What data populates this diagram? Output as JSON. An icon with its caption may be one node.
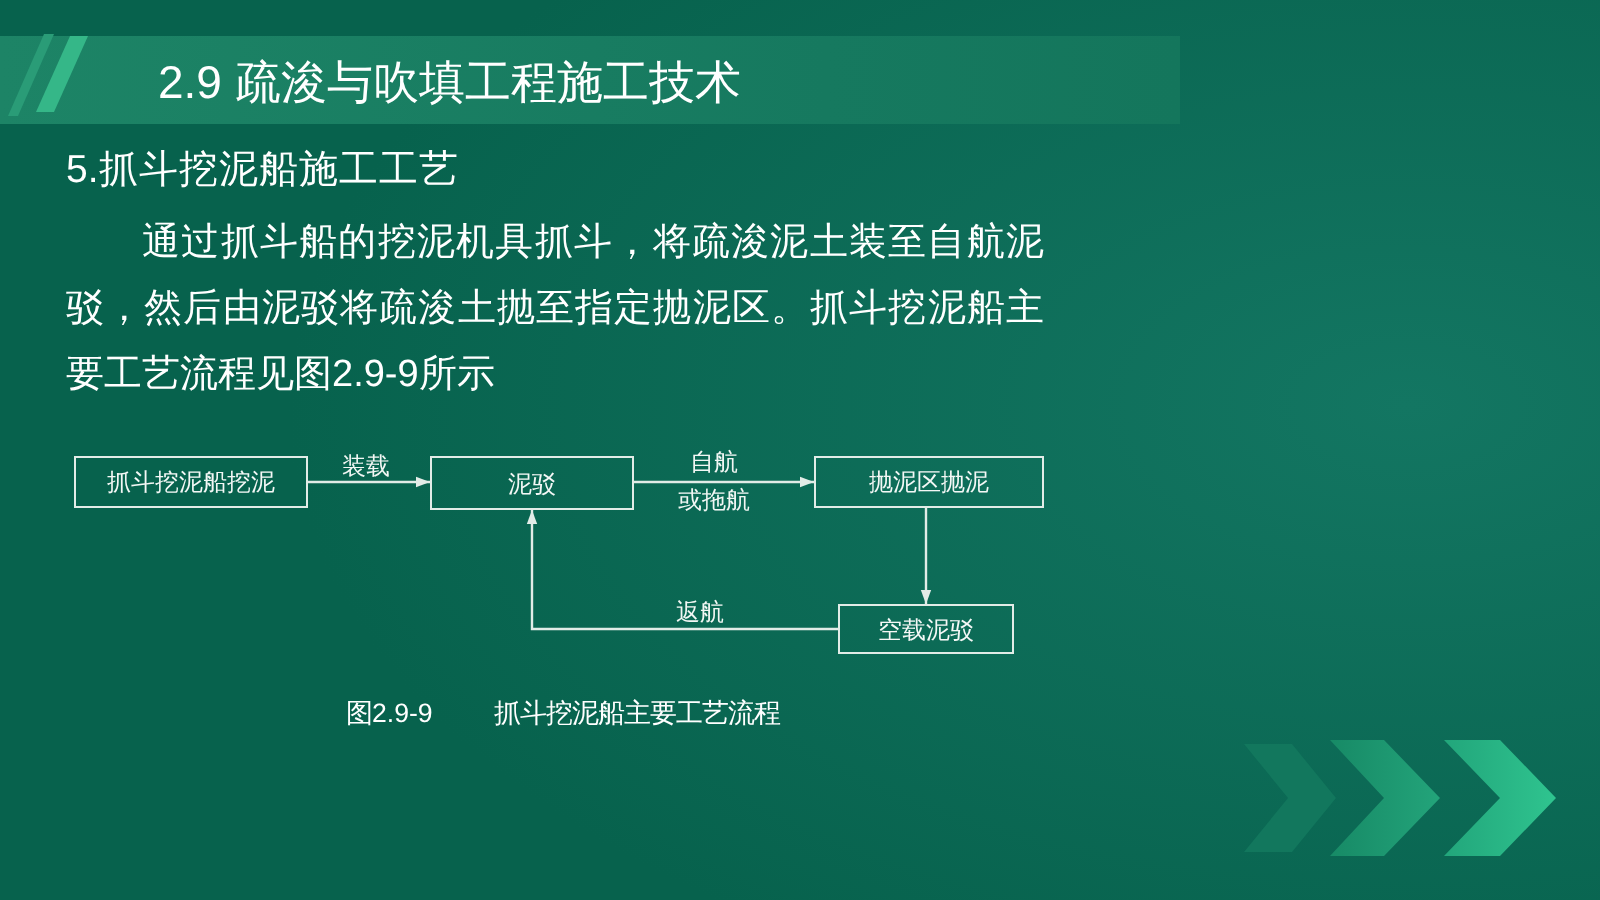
{
  "diagram": {
    "title": "2.9 疏浚与吹填工程施工技术",
    "nodes": [
      {
        "text": [
          "抓斗挖泥船挖泥"
        ]
      },
      {
        "text": [
          "泥驳"
        ]
      },
      {
        "text": [
          "抛泥区抛泥"
        ]
      },
      {
        "text": [
          "空载泥驳"
        ]
      }
    ],
    "edges": [
      {
        "from": 0,
        "to": 1,
        "arrow": "to",
        "label": "装载"
      },
      {
        "from": 1,
        "to": 2,
        "arrow": "to",
        "label": "自航或拖航"
      },
      {
        "from": 2,
        "to": 3,
        "arrow": "to"
      },
      {
        "from": 3,
        "to": 1,
        "arrow": "to",
        "label": "返航"
      }
    ],
    "labels": [
      "5.抓斗挖泥船施工工艺",
      "通过抓斗船的挖泥机具抓斗，将疏浚泥土装至自航泥驳，然后由泥驳将疏浚土抛至指定抛泥区。抓斗挖泥船主要工艺流程见图2.9-9所示"
    ],
    "caption": "图2.9-9 抓斗挖泥船主要工艺流程"
  }
}
